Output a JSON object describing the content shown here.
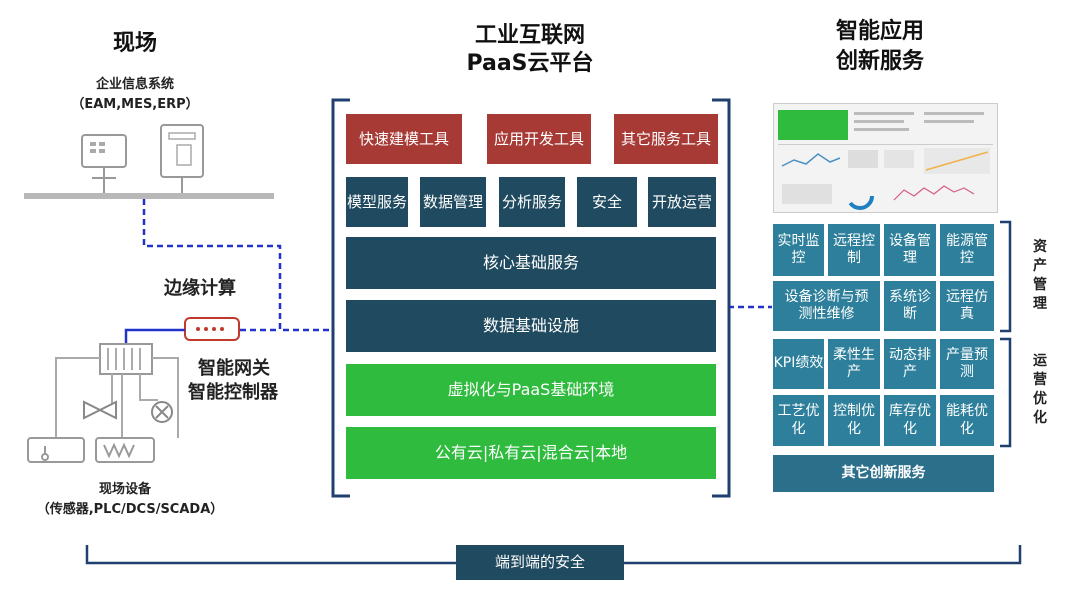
{
  "left": {
    "title": "现场",
    "enterprise_systems": "企业信息系统",
    "enterprise_systems_sub": "（EAM,MES,ERP）",
    "edge_computing": "边缘计算",
    "gateway_line1": "智能网关",
    "gateway_line2": "智能控制器",
    "devices": "现场设备",
    "devices_sub": "（传感器,PLC/DCS/SCADA）"
  },
  "center": {
    "title_line1": "工业互联网",
    "title_line2": "PaaS云平台",
    "tools": [
      "快速建模工具",
      "应用开发工具",
      "其它服务工具"
    ],
    "services": [
      "模型服务",
      "数据管理",
      "分析服务",
      "安全",
      "开放运营"
    ],
    "layers": [
      "核心基础服务",
      "数据基础设施",
      "虚拟化与PaaS基础环境",
      "公有云|私有云|混合云|本地"
    ]
  },
  "right": {
    "title_line1": "智能应用",
    "title_line2": "创新服务",
    "asset_row1": [
      "实时监控",
      "远程控制",
      "设备管理",
      "能源管控"
    ],
    "asset_row2": [
      "设备诊断与预测性维修",
      "系统诊断",
      "远程仿真"
    ],
    "ops_row1": [
      "KPI绩效",
      "柔性生产",
      "动态排产",
      "产量预测"
    ],
    "ops_row2": [
      "工艺优化",
      "控制优化",
      "库存优化",
      "能耗优化"
    ],
    "other_services": "其它创新服务",
    "asset_label": "资产管理",
    "ops_label": "运营优化"
  },
  "footer": {
    "security": "端到端的安全"
  },
  "colors": {
    "tool_red": "#a83a36",
    "navy": "#1f4a5f",
    "green": "#2ebb3e",
    "teal": "#2d7f9b",
    "link_blue": "#2233cc"
  }
}
